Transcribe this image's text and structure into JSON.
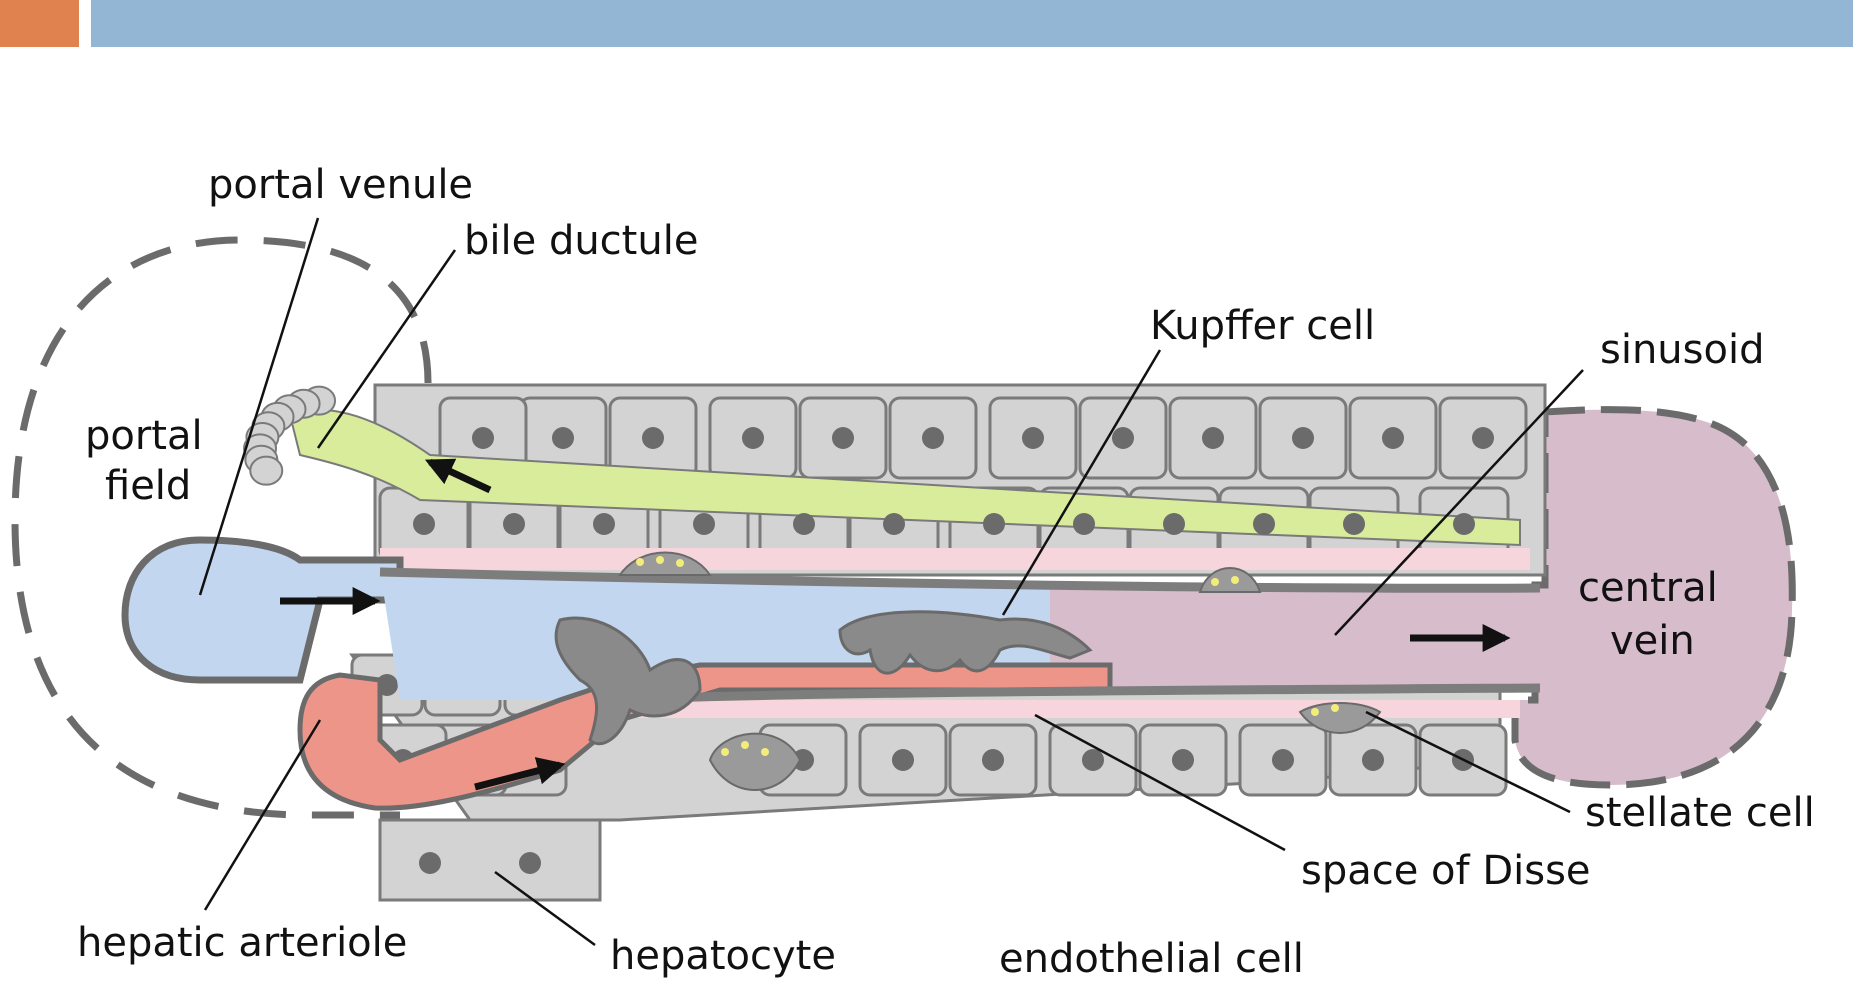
{
  "header": {
    "accent_color": "#e0824f",
    "bar_color": "#93b6d5"
  },
  "diagram": {
    "labels": {
      "portal_venule": "portal venule",
      "bile_ductule": "bile ductule",
      "portal_field_1": "portal",
      "portal_field_2": "field",
      "kupffer_cell": "Kupffer cell",
      "sinusoid": "sinusoid",
      "central_vein_1": "central",
      "central_vein_2": "vein",
      "stellate_cell": "stellate cell",
      "space_of_disse": "space of Disse",
      "hepatic_arteriole": "hepatic arteriole",
      "hepatocyte": "hepatocyte",
      "endothelial_cell": "endothelial cell"
    },
    "colors": {
      "hepatocyte": "#d3d3d3",
      "nucleus": "#6b6b6b",
      "portal_blood": "#c3d6ef",
      "arterial_blood": "#ee958a",
      "central_vein": "#d7bccb",
      "bile": "#d8ec9c",
      "disse": "#f7d5dc",
      "endothelium": "#7d7d7d"
    }
  }
}
